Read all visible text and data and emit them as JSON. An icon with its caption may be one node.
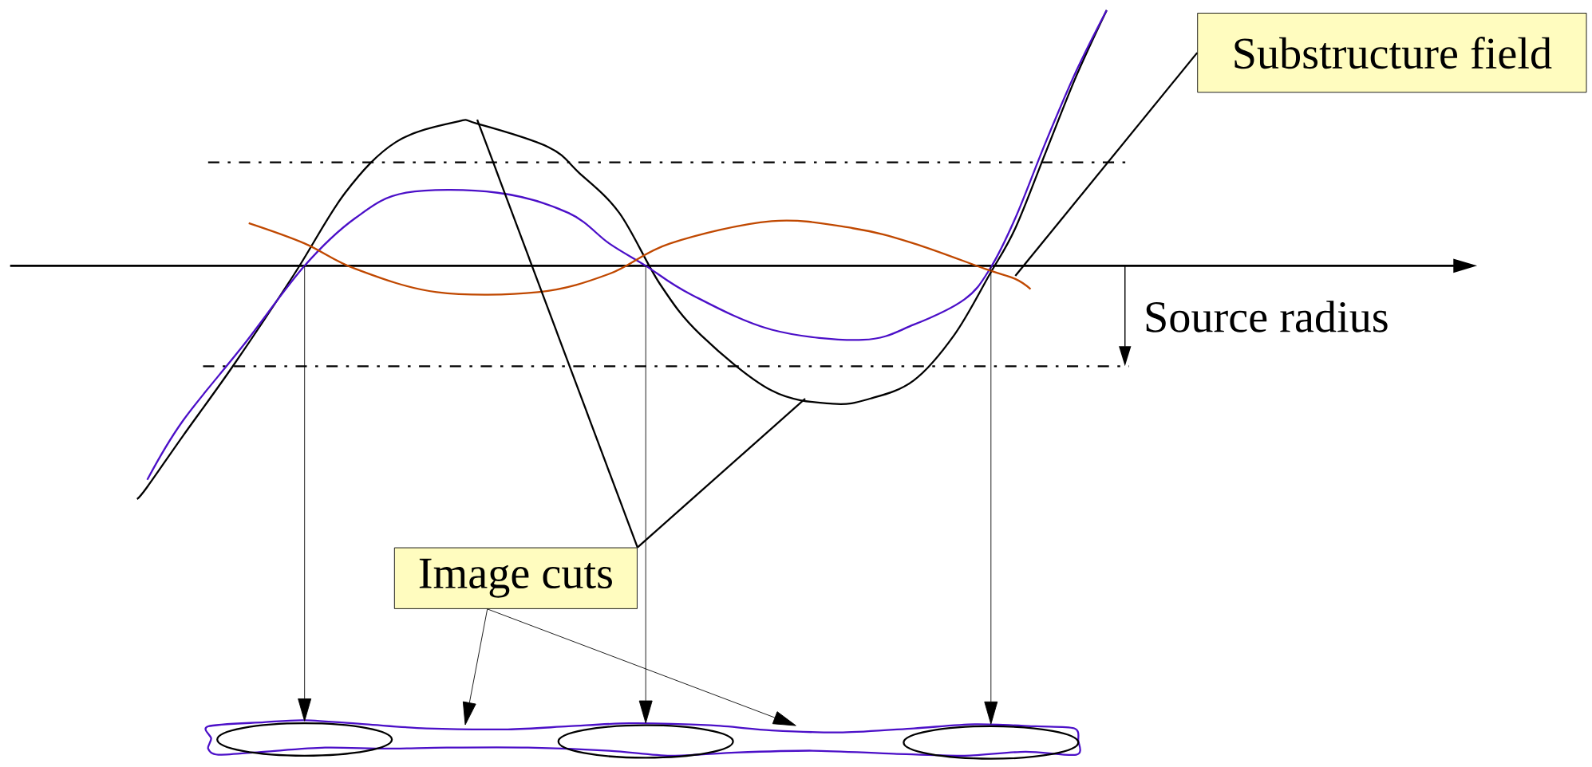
{
  "diagram": {
    "nodes": [
      {
        "text": [
          "Substructure field"
        ]
      },
      {
        "text": [
          "Image cuts"
        ]
      },
      {
        "text": [],
        "shape": "ellipse",
        "in": 5
      },
      {
        "text": [],
        "shape": "ellipse",
        "in": 5
      },
      {
        "text": [],
        "shape": "ellipse",
        "in": 5
      },
      {
        "text": [],
        "shape": "band"
      }
    ],
    "edges": [
      {
        "from": 0,
        "to": null,
        "arrow": "none"
      },
      {
        "from": 1,
        "to": null,
        "arrow": "none"
      },
      {
        "from": 1,
        "to": null,
        "arrow": "none"
      },
      {
        "from": 1,
        "to": 5,
        "arrow": "to"
      },
      {
        "from": 1,
        "to": 5,
        "arrow": "to"
      },
      {
        "from": null,
        "to": 2,
        "arrow": "to"
      },
      {
        "from": null,
        "to": 3,
        "arrow": "to"
      },
      {
        "from": null,
        "to": 4,
        "arrow": "to"
      }
    ],
    "labels": [
      "Source radius"
    ]
  }
}
